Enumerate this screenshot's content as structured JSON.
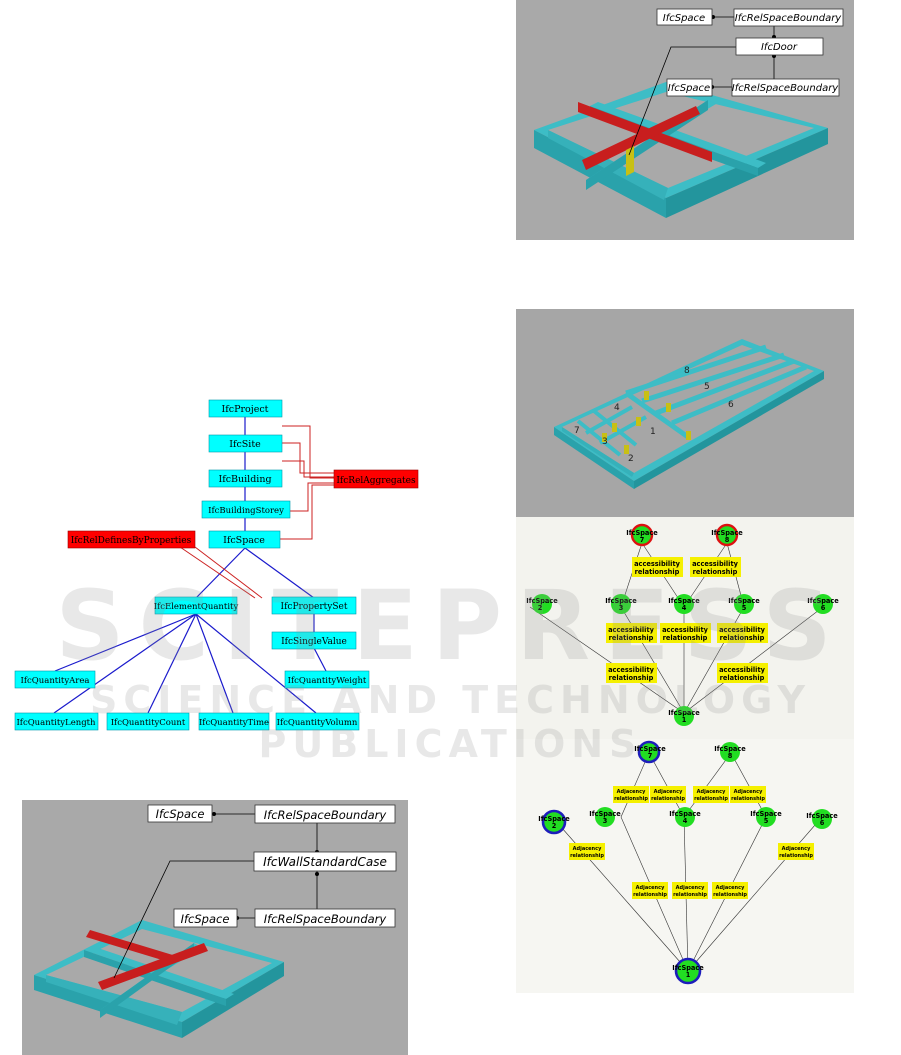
{
  "colors": {
    "cyan_node": "#00ffff",
    "red_node": "#ff0000",
    "edge_blue": "#0000cc",
    "edge_red": "#cc0000",
    "render_bg": "#a8a8a8",
    "wall": "#2fb6be",
    "boundary": "#c81e1e",
    "graph_bg": "#f4f4ef",
    "space_green": "#22dd22",
    "label_yellow": "#f5f000"
  },
  "ifc_tree": {
    "nodes": {
      "project": "IfcProject",
      "site": "IfcSite",
      "building": "IfcBuilding",
      "storey": "IfcBuildingStorey",
      "space": "IfcSpace",
      "rel_aggregates": "IfcRelAggregates",
      "rel_defines": "IfcRelDefinesByProperties",
      "element_quantity": "IfcElementQuantity",
      "property_set": "IfcPropertySet",
      "single_value": "IfcSingleValue",
      "quantity_weight": "IfcQuantityWeight",
      "quantity_area": "IfcQuantityArea",
      "quantity_length": "IfcQuantityLength",
      "quantity_count": "IfcQuantityCount",
      "quantity_time": "IfcQuantityTime",
      "quantity_volumn": "IfcQuantityVolumn"
    }
  },
  "wall_render": {
    "space_top": "IfcSpace",
    "boundary_top": "IfcRelSpaceBoundary",
    "wall": "IfcWallStandardCase",
    "space_bottom": "IfcSpace",
    "boundary_bottom": "IfcRelSpaceBoundary"
  },
  "door_render": {
    "space_top": "IfcSpace",
    "boundary_top": "IfcRelSpaceBoundary",
    "door": "IfcDoor",
    "space_bottom": "IfcSpace",
    "boundary_bottom": "IfcRelSpaceBoundary"
  },
  "floorplan": {
    "room_numbers": [
      "8",
      "5",
      "4",
      "6",
      "1",
      "7",
      "3",
      "2"
    ]
  },
  "accessibility_graph": {
    "node_label": "IfcSpace",
    "top_nodes": [
      "7",
      "8"
    ],
    "mid_nodes": [
      "2",
      "3",
      "4",
      "5",
      "6"
    ],
    "bottom_node": "1",
    "relation_line1": "accessibility",
    "relation_line2": "relationship"
  },
  "adjacency_graph": {
    "node_label": "IfcSpace",
    "top_nodes": [
      "7",
      "8"
    ],
    "mid_nodes": [
      "2",
      "3",
      "4",
      "5",
      "6"
    ],
    "bottom_node": "1",
    "relation_line1": "Adjacency",
    "relation_line2": "relationship"
  },
  "watermark": {
    "line1": "SCITEPRESS",
    "line2": "SCIENCE AND TECHNOLOGY PUBLICATIONS"
  }
}
